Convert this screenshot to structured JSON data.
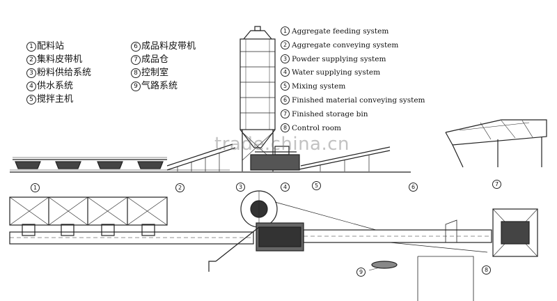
{
  "legend_cn_left": [
    {
      "num": "1",
      "label": "配料站"
    },
    {
      "num": "2",
      "label": "集料皮带机"
    },
    {
      "num": "3",
      "label": "粉料供给系统"
    },
    {
      "num": "4",
      "label": "供水系统"
    },
    {
      "num": "5",
      "label": "搅拌主机"
    }
  ],
  "legend_cn_right": [
    {
      "num": "6",
      "label": "成品料皮带机"
    },
    {
      "num": "7",
      "label": "成品仓"
    },
    {
      "num": "8",
      "label": "控制室"
    },
    {
      "num": "9",
      "label": "气路系统"
    }
  ],
  "legend_en": [
    {
      "num": "1",
      "label": "Aggregate feeding system"
    },
    {
      "num": "2",
      "label": "Aggregate conveying system"
    },
    {
      "num": "3",
      "label": "Powder supplying system"
    },
    {
      "num": "4",
      "label": "Water supplying system"
    },
    {
      "num": "5",
      "label": "Mixing system"
    },
    {
      "num": "6",
      "label": "Finished material conveying system"
    },
    {
      "num": "7",
      "label": "Finished storage bin"
    },
    {
      "num": "8",
      "label": "Control room"
    }
  ],
  "callouts": [
    "1",
    "2",
    "3",
    "4",
    "5",
    "6",
    "7",
    "8",
    "9"
  ],
  "watermark": "trade.china.cn"
}
